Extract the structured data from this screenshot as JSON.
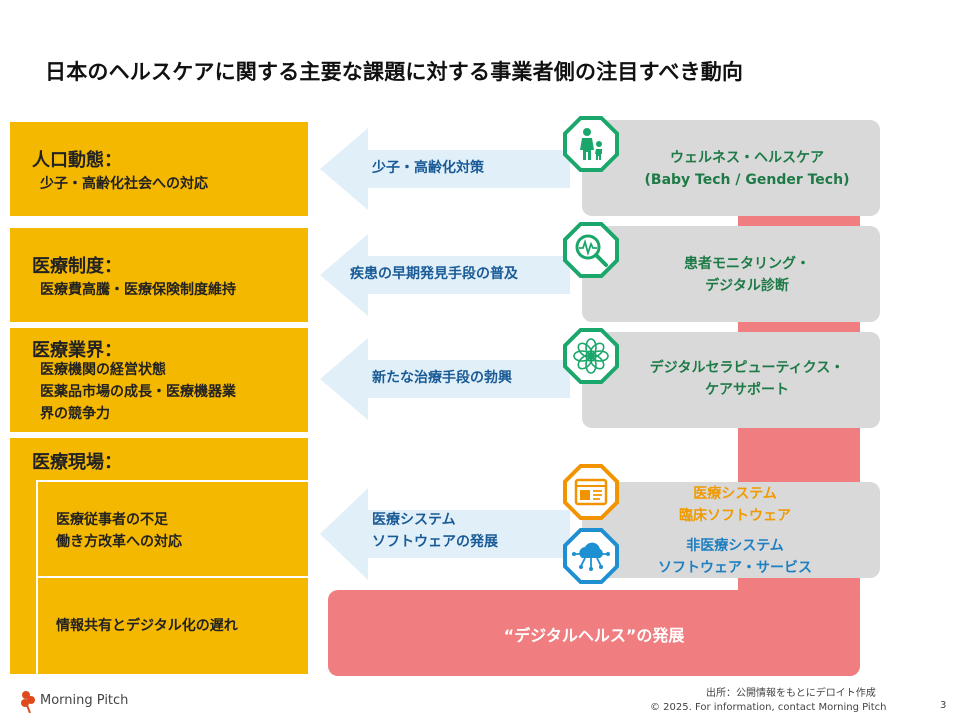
{
  "title": "日本のヘルスケアに関する主要な課題に対する事業者側の注目すべき動向",
  "left_boxes": {
    "pop": {
      "head": "人口動態：",
      "sub": "少子・高齢化社会への対応"
    },
    "sys": {
      "head": "医療制度：",
      "sub": "医療費高騰・医療保険制度維持"
    },
    "ind": {
      "head": "医療業界：",
      "sub1": "医療機関の経営状態",
      "sub2": "医薬品市場の成長・医療機器業",
      "sub3": "界の競争力"
    },
    "site": {
      "head": "医療現場：",
      "item1_line1": "医療従事者の不足",
      "item1_line2": "働き方改革への対応",
      "item2": "情報共有とデジタル化の遅れ"
    }
  },
  "arrows": {
    "a1": "少子・高齢化対策",
    "a2": "疾患の早期発見手段の普及",
    "a3": "新たな治療手段の勃興",
    "a4_line1": "医療システム",
    "a4_line2": "ソフトウェアの発展"
  },
  "right_boxes": {
    "r1_line1": "ウェルネス・ヘルスケア",
    "r1_line2": "(Baby Tech / Gender Tech)",
    "r2_line1": "患者モニタリング・",
    "r2_line2": "デジタル診断",
    "r3_line1": "デジタルセラピューティクス・",
    "r3_line2": "ケアサポート",
    "r4a_line1": "医療システム",
    "r4a_line2": "臨床ソフトウェア",
    "r4b_line1": "非医療システム",
    "r4b_line2": "ソフトウェア・サービス"
  },
  "bottom_bar": "“デジタルヘルス”の発展",
  "icons": [
    "family-icon",
    "magnifier-pulse-icon",
    "flower-pattern-icon",
    "software-window-icon",
    "cloud-network-icon"
  ],
  "footer": {
    "source": "出所：公開情報をもとにデロイト作成",
    "copyright": "© 2025. For information, contact Morning Pitch",
    "page": "3",
    "logo_text": "Morning Pitch"
  },
  "colors": {
    "yellow": "#f5b800",
    "green": "#1e7a46",
    "orange": "#f09a00",
    "blue": "#1e7fc1",
    "pink": "#f07d80",
    "gray": "#d9d9d9",
    "arrow_text": "#1a5a96"
  }
}
